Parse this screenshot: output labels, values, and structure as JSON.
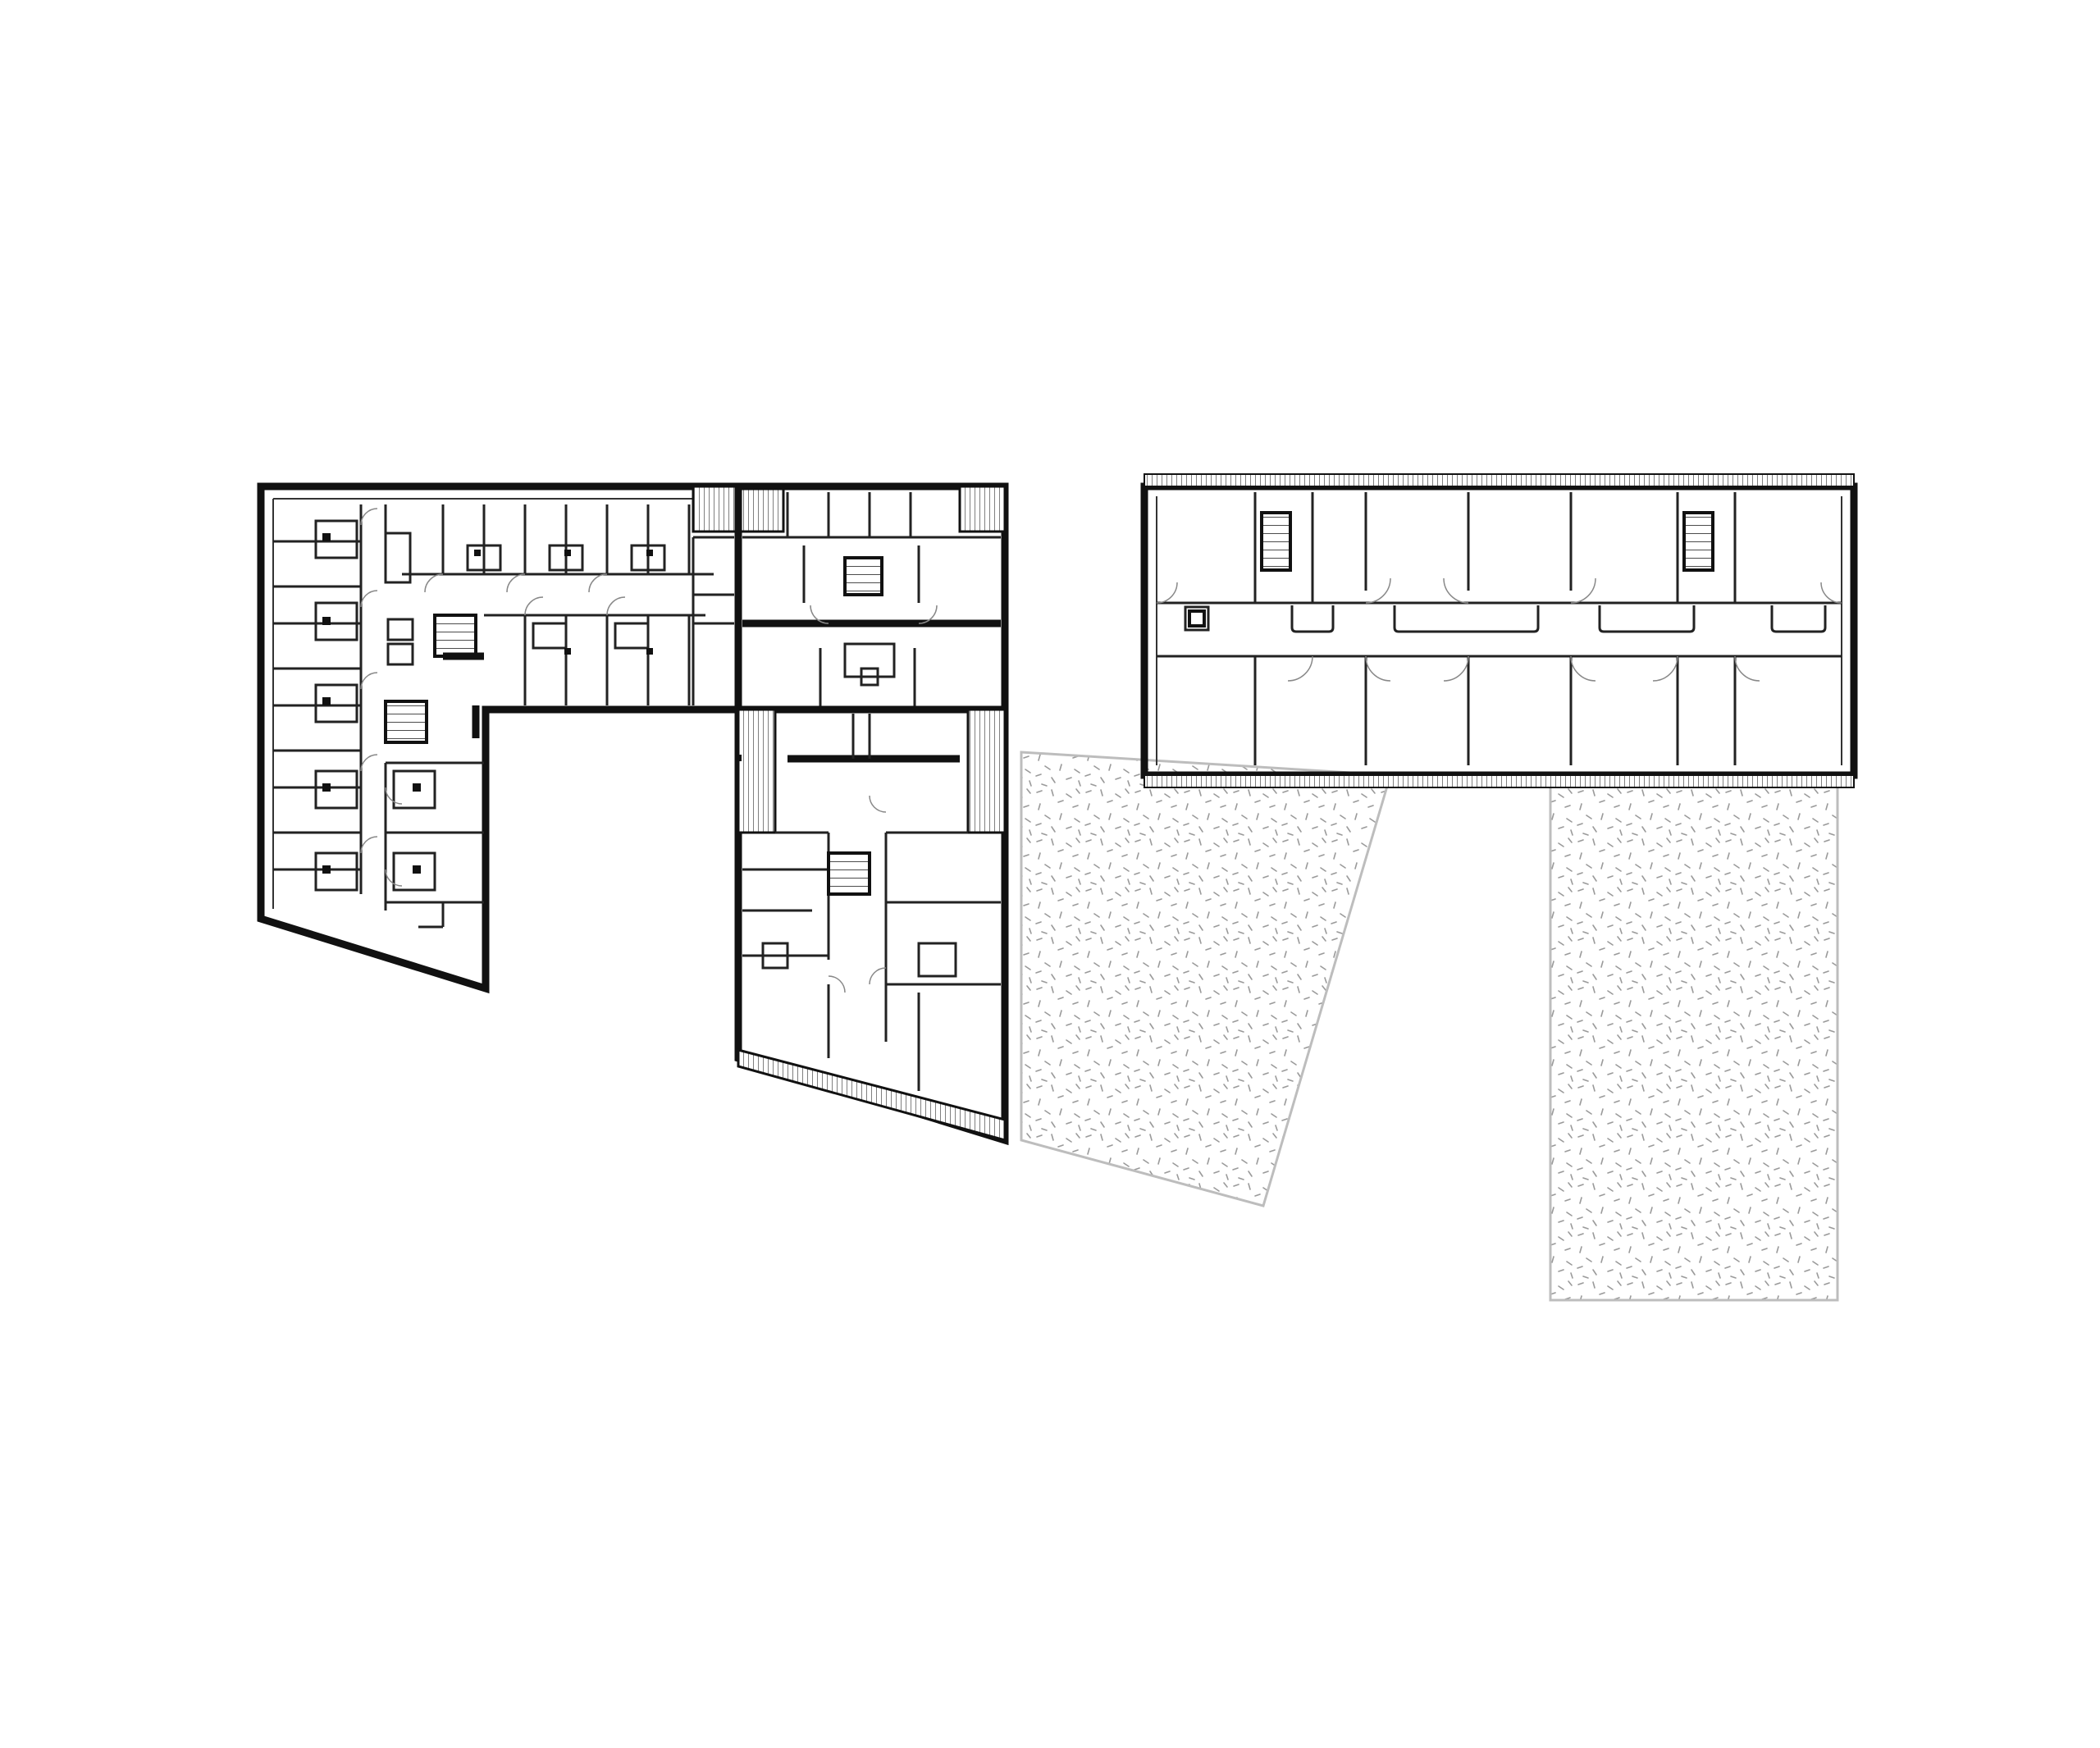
{
  "drawing": {
    "type": "architectural floor plan",
    "colors": {
      "background": "#ffffff",
      "walls": "#111111",
      "terrace_outline": "#bdbdbd",
      "terrace_speckle": "#9a9a9a"
    },
    "wings": [
      "left-wing",
      "middle-wing",
      "right-bar"
    ],
    "terraces": [
      "terrace-trapezoid",
      "terrace-rectangle"
    ]
  }
}
